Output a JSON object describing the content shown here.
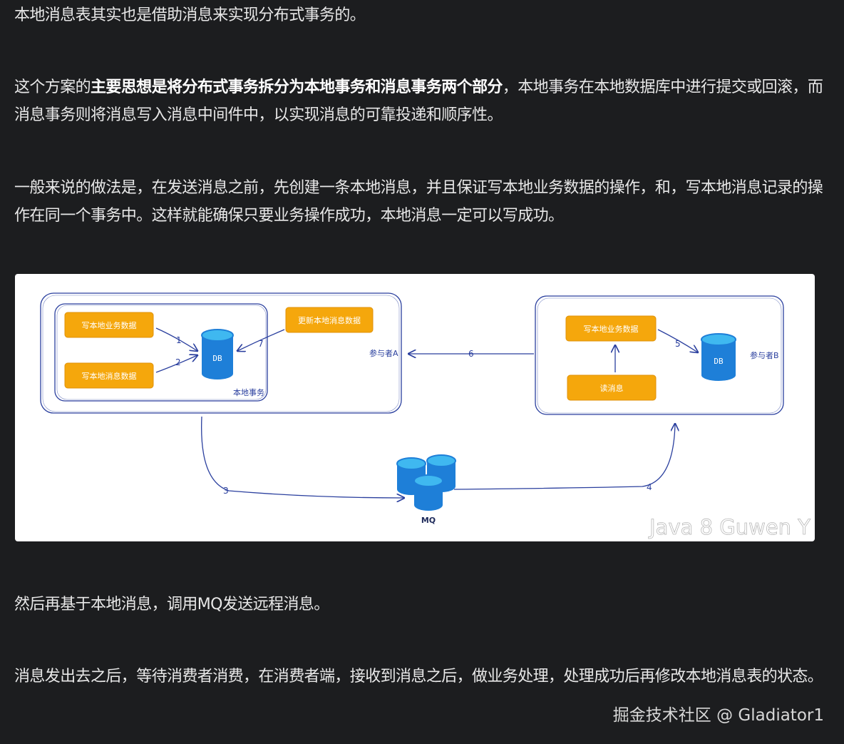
{
  "article": {
    "p1": "本地消息表其实也是借助消息来实现分布式事务的。",
    "p2_prefix": "这个方案的",
    "p2_strong": "主要思想是将分布式事务拆分为本地事务和消息事务两个部分",
    "p2_suffix": "，本地事务在本地数据库中进行提交或回滚，而消息事务则将消息写入消息中间件中，以实现消息的可靠投递和顺序性。",
    "p3": "一般来说的做法是，在发送消息之前，先创建一条本地消息，并且保证写本地业务数据的操作，和，写本地消息记录的操作在同一个事务中。这样就能确保只要业务操作成功，本地消息一定可以写成功。",
    "p4": "然后再基于本地消息，调用MQ发送远程消息。",
    "p5": "消息发出去之后，等待消费者消费，在消费者端，接收到消息之后，做业务处理，处理成功后再修改本地消息表的状态。"
  },
  "diagram": {
    "left": {
      "write_biz": "写本地业务数据",
      "write_msg": "写本地消息数据",
      "update_msg": "更新本地消息数据",
      "db": "DB",
      "local_tx": "本地事务",
      "participant": "参与者A"
    },
    "right": {
      "write_biz": "写本地业务数据",
      "read_msg": "读消息",
      "db": "DB",
      "participant": "参与者B"
    },
    "mq": "MQ",
    "steps": [
      "1",
      "2",
      "3",
      "4",
      "5",
      "6",
      "7"
    ],
    "watermark": "Java 8 Guwen Y",
    "colors": {
      "box": "#f5a70c",
      "box_border": "#e0920a",
      "db": "#1e7fd8",
      "db_top": "#3fb8f0",
      "ink": "#2a3f9e"
    }
  },
  "footer": {
    "watermark": "掘金技术社区 @ Gladiator1"
  }
}
